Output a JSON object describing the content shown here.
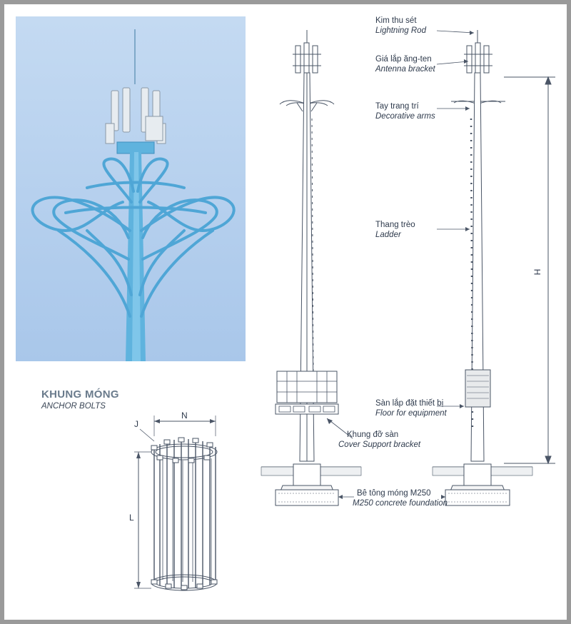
{
  "anchor": {
    "title": "KHUNG MÓNG",
    "subtitle": "ANCHOR BOLTS"
  },
  "dimensions": {
    "n": "N",
    "j": "J",
    "l": "L",
    "h": "H"
  },
  "labels": [
    {
      "id": "lightning-rod",
      "vi": "Kim thu sét",
      "en": "Lightning Rod"
    },
    {
      "id": "antenna-bracket",
      "vi": "Giá lắp ăng-ten",
      "en": "Antenna bracket"
    },
    {
      "id": "decorative-arms",
      "vi": "Tay trang trí",
      "en": "Decorative arms"
    },
    {
      "id": "ladder",
      "vi": "Thang trèo",
      "en": "Ladder"
    },
    {
      "id": "equipment-floor",
      "vi": "Sàn lắp đặt thiết bị",
      "en": "Floor for equipment"
    },
    {
      "id": "cover-support",
      "vi": "Khung đỡ sàn",
      "en": "Cover Support bracket"
    },
    {
      "id": "foundation",
      "vi": "Bê tông móng M250",
      "en": "M250 concrete foundation"
    }
  ],
  "colors": {
    "sky": "#b9d2ee",
    "pole": "#5fb3de",
    "line": "#4a5566",
    "label": "#2e3a4c",
    "title": "#6a7b8c"
  }
}
